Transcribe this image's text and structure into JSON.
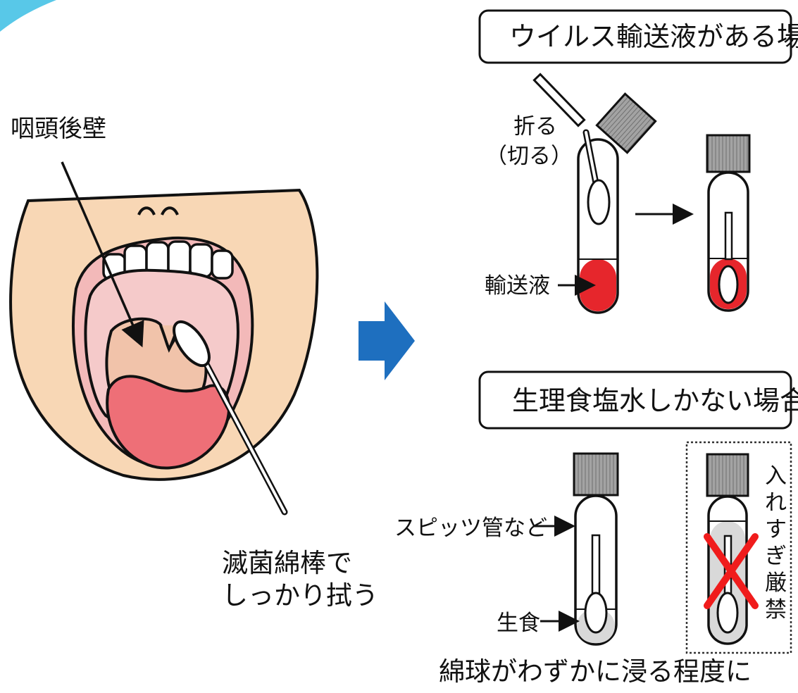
{
  "colors": {
    "skin": "#f8d7b5",
    "mouth_pink": "#f3b9b9",
    "throat": "#f1c3aa",
    "tongue": "#ee6f77",
    "transport_liquid": "#e6262c",
    "arrow_blue": "#1e6fbf",
    "cap_gray": "#9a9a9a",
    "saline_gray": "#d9d9d9",
    "forbidden_red": "#f01c1c",
    "top_left_accent": "#58c8e8"
  },
  "left": {
    "target_label": "咽頭後壁",
    "swab_label_line1": "滅菌綿棒で",
    "swab_label_line2": "しっかり拭う"
  },
  "right": {
    "virus_box_title": "ウイルス輸送液がある場合",
    "break_label_line1": "折る",
    "break_label_line2": "（切る）",
    "transport_liquid_label": "輸送液",
    "saline_box_title": "生理食塩水しかない場合",
    "tube_label": "スピッツ管など",
    "saline_label": "生食",
    "caption": "綿球がわずかに浸る程度に",
    "forbidden_vertical_text": [
      "入",
      "れ",
      "す",
      "ぎ",
      "厳",
      "禁"
    ]
  },
  "icons": {
    "flow_arrow": "right-arrow-icon",
    "forbidden_mark": "x-mark-icon"
  }
}
